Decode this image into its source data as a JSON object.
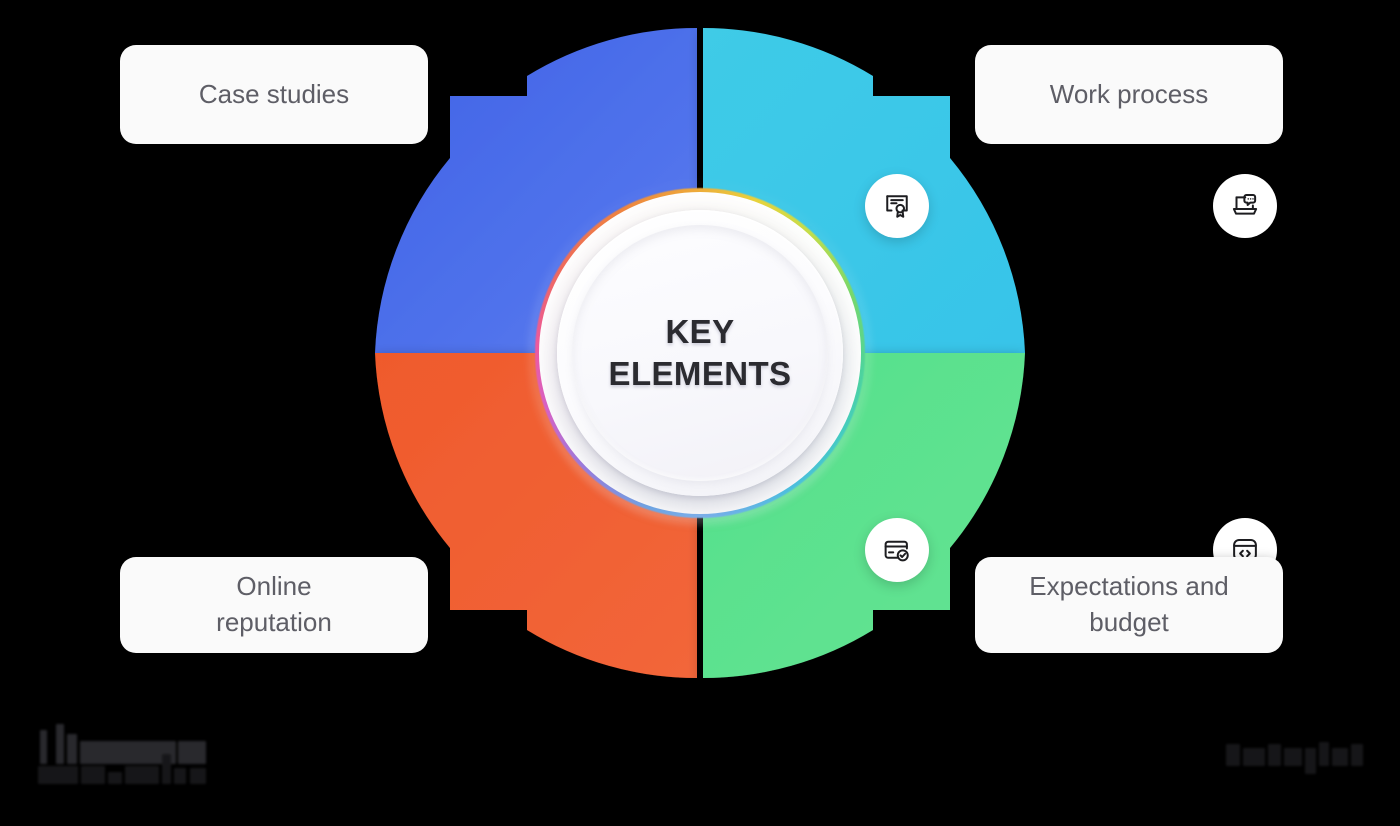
{
  "diagram": {
    "type": "four-quadrant-circular-wheel",
    "center": {
      "title": "KEY\nELEMENTS",
      "title_line1": "KEY",
      "title_line2": "ELEMENTS",
      "text_color": "#2b2b30",
      "ring_style": "rainbow-gradient-ring"
    },
    "background_color": "#000000",
    "segments": [
      {
        "id": "case-studies",
        "label": "Case studies",
        "position": "top-left",
        "color": "#4d6ee8",
        "color_from": "#3f63e6",
        "color_to": "#5a7bef",
        "icon": "certificate-icon"
      },
      {
        "id": "work-process",
        "label": "Work process",
        "position": "top-right",
        "color": "#3ec9e8",
        "color_from": "#3fcbe7",
        "color_to": "#37c4e9",
        "icon": "laptop-chat-icon"
      },
      {
        "id": "online-reputation",
        "label": "Online\nreputation",
        "position": "bottom-left",
        "color": "#f05a2d",
        "color_from": "#ef5a2c",
        "color_to": "#f2663a",
        "icon": "card-check-icon"
      },
      {
        "id": "expectations-and-budget",
        "label": "Expectations and\nbudget",
        "position": "bottom-right",
        "color": "#5ce08a",
        "color_from": "#54e08b",
        "color_to": "#65e393",
        "icon": "code-window-icon"
      }
    ],
    "label_card": {
      "background_color": "#fafafa",
      "text_color": "#5e5e66"
    }
  },
  "watermarks": {
    "left": "",
    "right": ""
  }
}
